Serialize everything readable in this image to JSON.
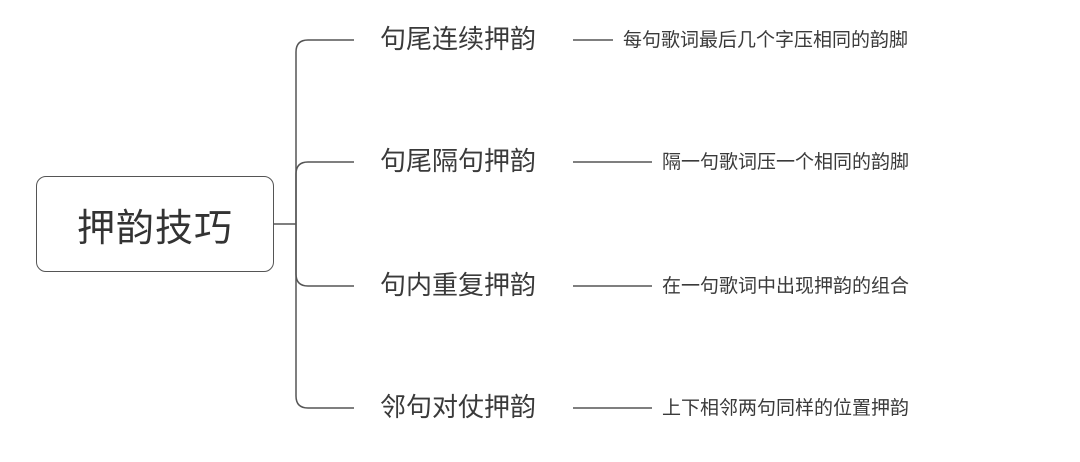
{
  "root": {
    "label": "押韵技巧"
  },
  "branches": [
    {
      "label": "句尾连续押韵",
      "description": "每句歌词最后几个字压相同的韵脚"
    },
    {
      "label": "句尾隔句押韵",
      "description": "隔一句歌词压一个相同的韵脚"
    },
    {
      "label": "句内重复押韵",
      "description": "在一句歌词中出现押韵的组合"
    },
    {
      "label": "邻句对仗押韵",
      "description": "上下相邻两句同样的位置押韵"
    }
  ]
}
